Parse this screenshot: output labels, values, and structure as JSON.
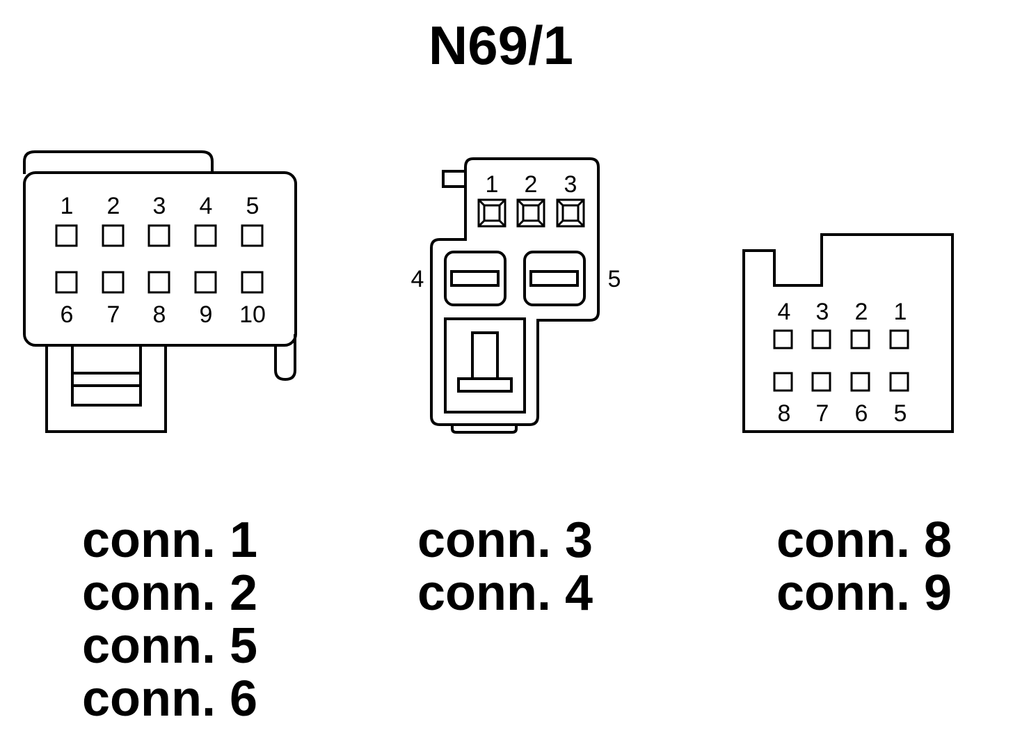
{
  "title": "N69/1",
  "connector_left": {
    "pins_top": [
      "1",
      "2",
      "3",
      "4",
      "5"
    ],
    "pins_bottom": [
      "6",
      "7",
      "8",
      "9",
      "10"
    ],
    "labels": [
      "conn. 1",
      "conn. 2",
      "conn. 5",
      "conn. 6"
    ]
  },
  "connector_middle": {
    "pins_top": [
      "1",
      "2",
      "3"
    ],
    "pin_left": "4",
    "pin_right": "5",
    "labels": [
      "conn. 3",
      "conn. 4"
    ]
  },
  "connector_right": {
    "pins_top": [
      "4",
      "3",
      "2",
      "1"
    ],
    "pins_bottom": [
      "8",
      "7",
      "6",
      "5"
    ],
    "labels": [
      "conn. 8",
      "conn. 9"
    ]
  }
}
